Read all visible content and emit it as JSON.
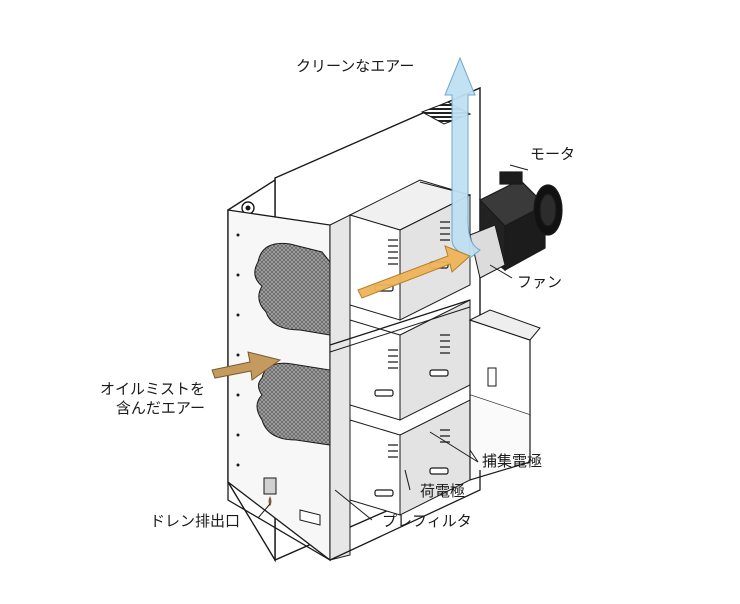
{
  "labels": {
    "clean_air": "クリーンなエアー",
    "motor": "モータ",
    "fan": "ファン",
    "inlet_line1": "オイルミストを",
    "inlet_line2": "含んだエアー",
    "collector": "捕集電極",
    "charger": "荷電極",
    "prefilter": "プレフィルタ",
    "drain": "ドレン排出口"
  },
  "colors": {
    "line": "#1a1a1a",
    "body_fill": "#ffffff",
    "panel_fill": "#f2f2f2",
    "panel_dark": "#d9d9d9",
    "mesh_fill": "#8c8c8c",
    "motor_fill": "#1c1c1c",
    "clean_air_arrow": "#bfe0f2",
    "inlet_arrow": "#c49a5f",
    "internal_flow_arrow": "#f0b45a"
  },
  "icons": {
    "clean_air_arrow": "up-arrow",
    "inlet_arrow": "right-arrow",
    "internal_flow_arrow": "right-arrow"
  }
}
